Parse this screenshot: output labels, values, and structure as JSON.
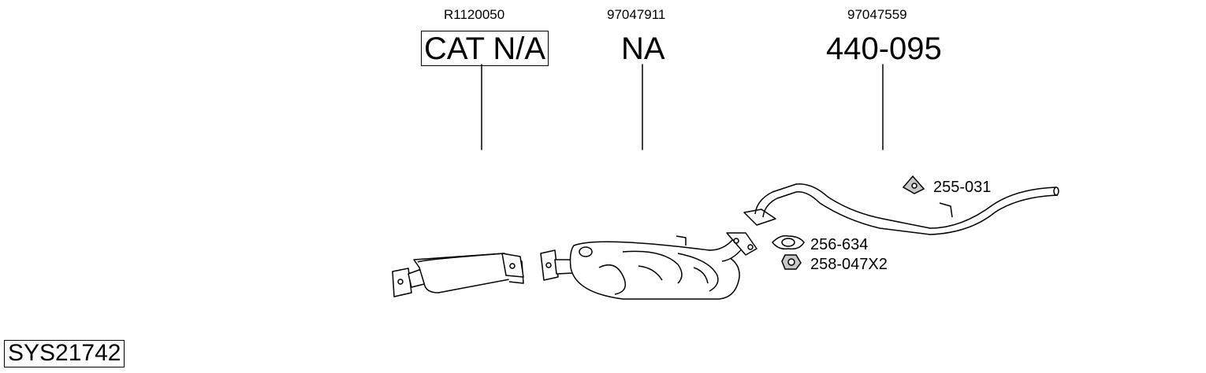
{
  "parts": [
    {
      "ref": "R1120050",
      "code": "CAT N/A"
    },
    {
      "ref": "97047911",
      "code": "NA"
    },
    {
      "ref": "97047559",
      "code": "440-095"
    }
  ],
  "accessories": [
    {
      "code": "255-031",
      "icon": "rubber-hanger-icon"
    },
    {
      "code": "256-634",
      "icon": "gasket-icon"
    },
    {
      "code": "258-047X2",
      "icon": "nut-icon"
    }
  ],
  "system_id": "SYS21742"
}
